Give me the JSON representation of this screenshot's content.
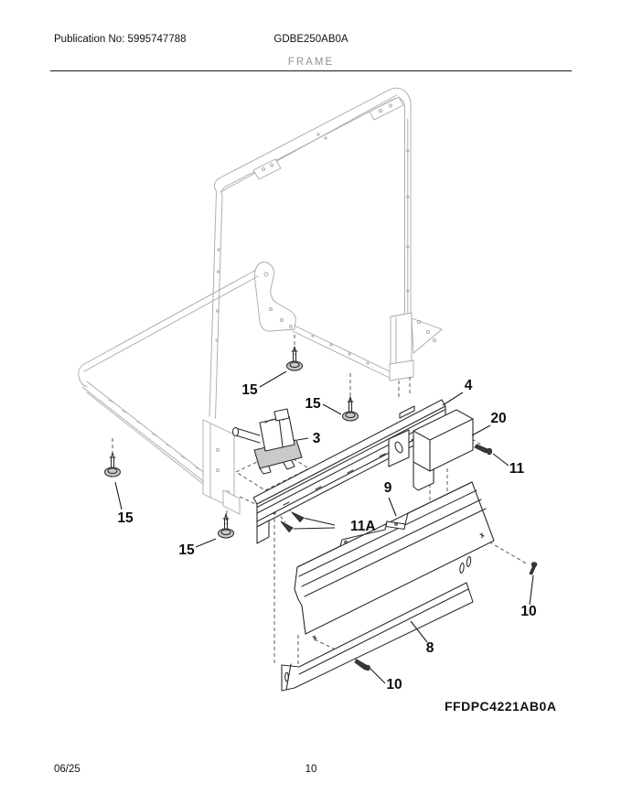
{
  "page": {
    "publication_label": "Publication No: 5995747788",
    "model_number": "GDBE250AB0A",
    "section_title": "FRAME",
    "diagram_code": "FFDPC4221AB0A",
    "footer_date": "06/25",
    "footer_page": "10"
  },
  "diagram": {
    "description": "Exploded isometric parts diagram of dishwasher frame assembly with numbered callouts",
    "callouts": [
      "15",
      "15",
      "3",
      "4",
      "20",
      "11",
      "9",
      "11A",
      "15",
      "15",
      "10",
      "8",
      "10"
    ],
    "colors": {
      "part_line": "#2d2d2d",
      "frame_line": "#a8a8a8",
      "label_text": "#0c0c0c",
      "rule": "#1a1a1a",
      "section_title_gray": "#8d9196"
    }
  }
}
